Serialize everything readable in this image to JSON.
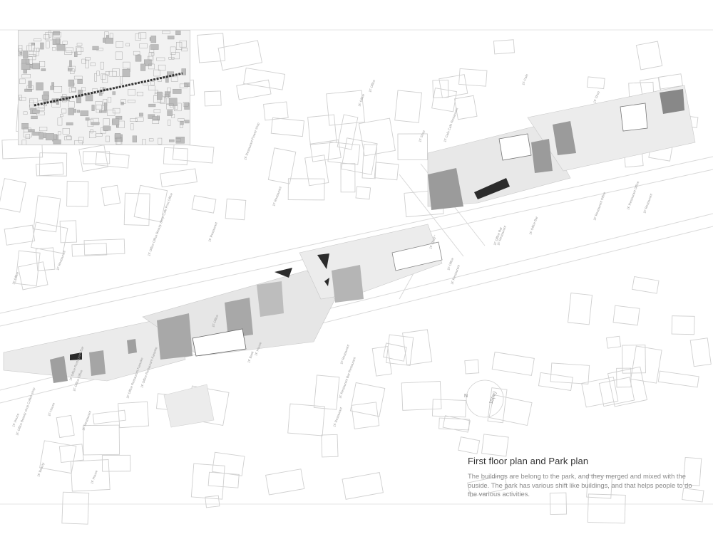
{
  "caption": {
    "title": "First floor plan and Park plan",
    "body": "The buildings are belong to the park, and they merged and mixed with the ouside. The park has various shift like buildings, and that helps people to do the various activities."
  },
  "scale": {
    "north": "N",
    "bar": "10(m)"
  },
  "colors": {
    "building_outline": "#cfcfcf",
    "park_light": "#e6e6e6",
    "park_mid": "#a9a9a9",
    "park_dark": "#2b2b2b",
    "caption_text": "#8a8a8a"
  },
  "labels": [
    "1F Office",
    "1F Restaurant",
    "1F House",
    "1F Restaurant Flower shop",
    "1F Restaurant",
    "1F Restaurant",
    "1F Office",
    "1F House",
    "1F Restaurant",
    "1F Restaurant Bar Restaurant",
    "1F Office Office Beauty Shop Cafe Post Office",
    "1F Office",
    "1F Shop",
    "1F Cafe Cafe Restaurant",
    "1F Restaurant",
    "1F Cafe",
    "1F Shop",
    "1F Restaurant Office",
    "1F Office Bar",
    "1F Restaurant Office",
    "1F Restaurant",
    "1F Office Office",
    "1F Restaurant",
    "1F Bank",
    "1F Office Restaurant Karaoke",
    "1F Office Bar",
    "1F Restaurant",
    "1F Shop",
    "1F Office",
    "1F Office",
    "1F Restaurant",
    "1F Office Beauty shop Coffee shop",
    "1F Office Restaurant Bar",
    "1F Beauty",
    "1F House",
    "1F House",
    "1F Office Restaurant Karaoke"
  ]
}
